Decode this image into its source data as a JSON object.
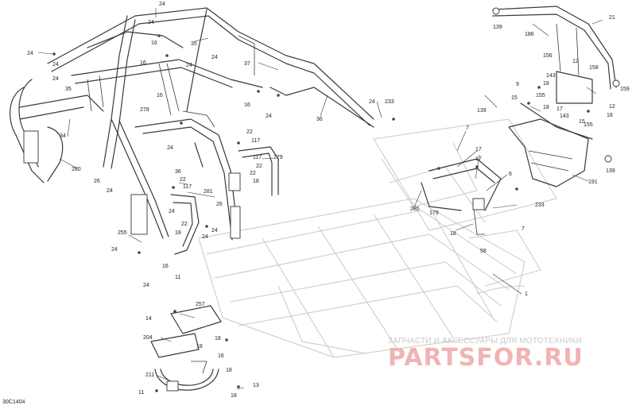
{
  "drawing_code": "30C1404",
  "watermark": {
    "subtitle": "ЗАПЧАСТИ И АКСЕССУАРЫ ДЛЯ МОТОТЕХНИКИ",
    "logo": "PARTSFOR.RU"
  },
  "colors": {
    "line": "#3a3a3a",
    "ghost": "#c8c8c8",
    "watermark_logo": "#f1b3b3",
    "watermark_text": "#c9c9c9"
  },
  "callouts": [
    "24",
    "24",
    "24",
    "24",
    "16",
    "35",
    "24",
    "16",
    "24",
    "37",
    "24",
    "35",
    "16",
    "278",
    "16",
    "24",
    "24",
    "36",
    "24",
    "233",
    "34",
    "280",
    "26",
    "24",
    "36",
    "22",
    "117",
    "22",
    "279",
    "117",
    "22",
    "18",
    "22",
    "117",
    "281",
    "22",
    "26",
    "24",
    "24",
    "24",
    "255",
    "24",
    "16",
    "18",
    "11",
    "24",
    "14",
    "257",
    "204",
    "18",
    "18",
    "16",
    "211",
    "18",
    "11",
    "13",
    "18",
    "139",
    "186",
    "21",
    "156",
    "12",
    "158",
    "143",
    "18",
    "9",
    "15",
    "155",
    "17",
    "143",
    "12",
    "18",
    "18",
    "15",
    "155",
    "139",
    "159",
    "139",
    "7",
    "17",
    "17",
    "6",
    "191",
    "285",
    "179",
    "233",
    "18",
    "7",
    "58",
    "1"
  ]
}
